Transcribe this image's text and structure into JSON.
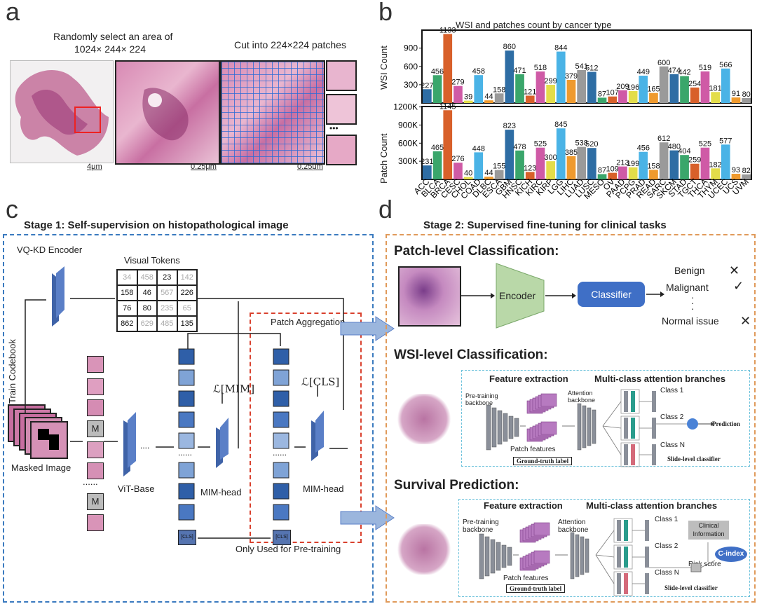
{
  "panels": {
    "a": "a",
    "b": "b",
    "c": "c",
    "d": "d"
  },
  "panel_a": {
    "caption_left": "Randomly select an area of",
    "caption_left2": "1024× 244× 224",
    "caption_right": "Cut into 224×224 patches",
    "scale1": "4μm",
    "scale2": "0.25μm",
    "scale3": "0.25μm",
    "ellipsis": "•••"
  },
  "chart_data": [
    {
      "type": "bar",
      "title": "WSI and patches count by cancer type",
      "ylabel": "WSI Count",
      "categories": [
        "ACC",
        "BLCA",
        "BRCA",
        "CESC",
        "CHOL",
        "COAD",
        "DLBC",
        "ESCA",
        "GBM",
        "HNSC",
        "KICH",
        "KIRC",
        "KIRP",
        "LGG",
        "LIHC",
        "LUAD",
        "LUSC",
        "MESO",
        "OV",
        "PAAD",
        "PCPG",
        "PRAD",
        "READ",
        "SARC",
        "SKCM",
        "STAD",
        "TGCT",
        "THCA",
        "THYM",
        "UCEC",
        "UCS",
        "UVM"
      ],
      "values": [
        227,
        456,
        1133,
        279,
        39,
        458,
        44,
        158,
        860,
        471,
        121,
        518,
        299,
        844,
        379,
        541,
        512,
        87,
        107,
        209,
        196,
        449,
        165,
        600,
        474,
        442,
        254,
        519,
        181,
        566,
        91,
        80
      ],
      "yticks": [
        "300",
        "600",
        "900"
      ],
      "ylim": [
        0,
        1150
      ]
    },
    {
      "type": "bar",
      "ylabel": "Patch Count",
      "categories": [
        "ACC",
        "BLCA",
        "BRCA",
        "CESC",
        "CHOL",
        "COAD",
        "DLBC",
        "ESCA",
        "GBM",
        "HNSC",
        "KICH",
        "KIRC",
        "KIRP",
        "LGG",
        "LIHC",
        "LUAD",
        "LUSC",
        "MESO",
        "OV",
        "PAAD",
        "PCPG",
        "PRAD",
        "READ",
        "SARC",
        "SKCM",
        "STAD",
        "TGCT",
        "THCA",
        "THYM",
        "UCEC",
        "UCS",
        "UVM"
      ],
      "values": [
        231,
        465,
        1145,
        276,
        40,
        448,
        44,
        155,
        823,
        478,
        123,
        525,
        300,
        845,
        385,
        538,
        520,
        87,
        109,
        213,
        199,
        456,
        158,
        612,
        480,
        404,
        259,
        525,
        182,
        577,
        93,
        82
      ],
      "labels": [
        "231",
        "465",
        "1145",
        "276",
        "40",
        "448",
        "44",
        "155",
        "823",
        "478",
        "123",
        "525",
        "300",
        "845",
        "385",
        "538",
        "520",
        "87",
        "109",
        "213",
        "199",
        "456",
        "158",
        "612",
        "480",
        "404",
        "259",
        "525",
        "182",
        "577",
        "93",
        "82"
      ],
      "yticks": [
        "300K",
        "600K",
        "900K",
        "1200K"
      ],
      "ylim": [
        0,
        1160
      ]
    }
  ],
  "bar_colors": [
    "#2e6da4",
    "#3aa66b",
    "#d8602a",
    "#cf5aa6",
    "#e3dd4a",
    "#4ab3e6",
    "#ef9a2e",
    "#9a9a9a",
    "#2e6da4",
    "#3aa66b",
    "#d8602a",
    "#cf5aa6",
    "#e3dd4a",
    "#4ab3e6",
    "#ef9a2e",
    "#9a9a9a",
    "#2e6da4",
    "#3aa66b",
    "#d8602a",
    "#cf5aa6",
    "#e3dd4a",
    "#4ab3e6",
    "#ef9a2e",
    "#9a9a9a",
    "#2e6da4",
    "#3aa66b",
    "#d8602a",
    "#cf5aa6",
    "#e3dd4a",
    "#4ab3e6",
    "#ef9a2e",
    "#9a9a9a"
  ],
  "panel_c": {
    "title": "Stage 1: Self-supervision on histopathological image",
    "vqkd": "VQ-KD Encoder",
    "visual_tokens": "Visual Tokens",
    "tokens": [
      [
        "34",
        "458",
        "23",
        "142"
      ],
      [
        "158",
        "46",
        "567",
        "226"
      ],
      [
        "76",
        "80",
        "235",
        "65"
      ],
      [
        "862",
        "629",
        "485",
        "135"
      ]
    ],
    "train_codebook": "Train Codebook",
    "masked_image": "Masked Image",
    "vit_base": "ViT-Base",
    "mim_head": "MIM-head",
    "mim_head2": "MIM-head",
    "loss_mim": "ℒ[MIM]",
    "loss_cls": "ℒ[CLS]",
    "patch_aggregation": "Patch Aggregation",
    "only_pretraining": "Only Used for Pre-training",
    "cls": "[CLS]",
    "m": "M",
    "dots": "......"
  },
  "panel_d": {
    "title": "Stage 2: Supervised fine-tuning for clinical tasks",
    "patch_level": "Patch-level  Classification:",
    "encoder": "Encoder",
    "classifier": "Classifier",
    "benign": "Benign",
    "malignant": "Malignant",
    "normal": "Normal issue",
    "wsi_level": "WSI-level  Classification:",
    "feature_extraction": "Feature  extraction",
    "multiclass": "Multi-class attention branches",
    "pretraining_backbone": "Pre-training backbone",
    "attention_backbone": "Attention backbone",
    "patch_features": "Patch features",
    "class1": "Class 1",
    "class2": "Class 2",
    "classN": "Class N",
    "prediction": "Prediction",
    "ground_truth": "Ground-truth label",
    "slide_classifier": "Slide-level classifier",
    "survival": "Survival Prediction:",
    "clinical": "Clinical Information",
    "risk_score": "Risk score",
    "cindex": "C-index"
  }
}
